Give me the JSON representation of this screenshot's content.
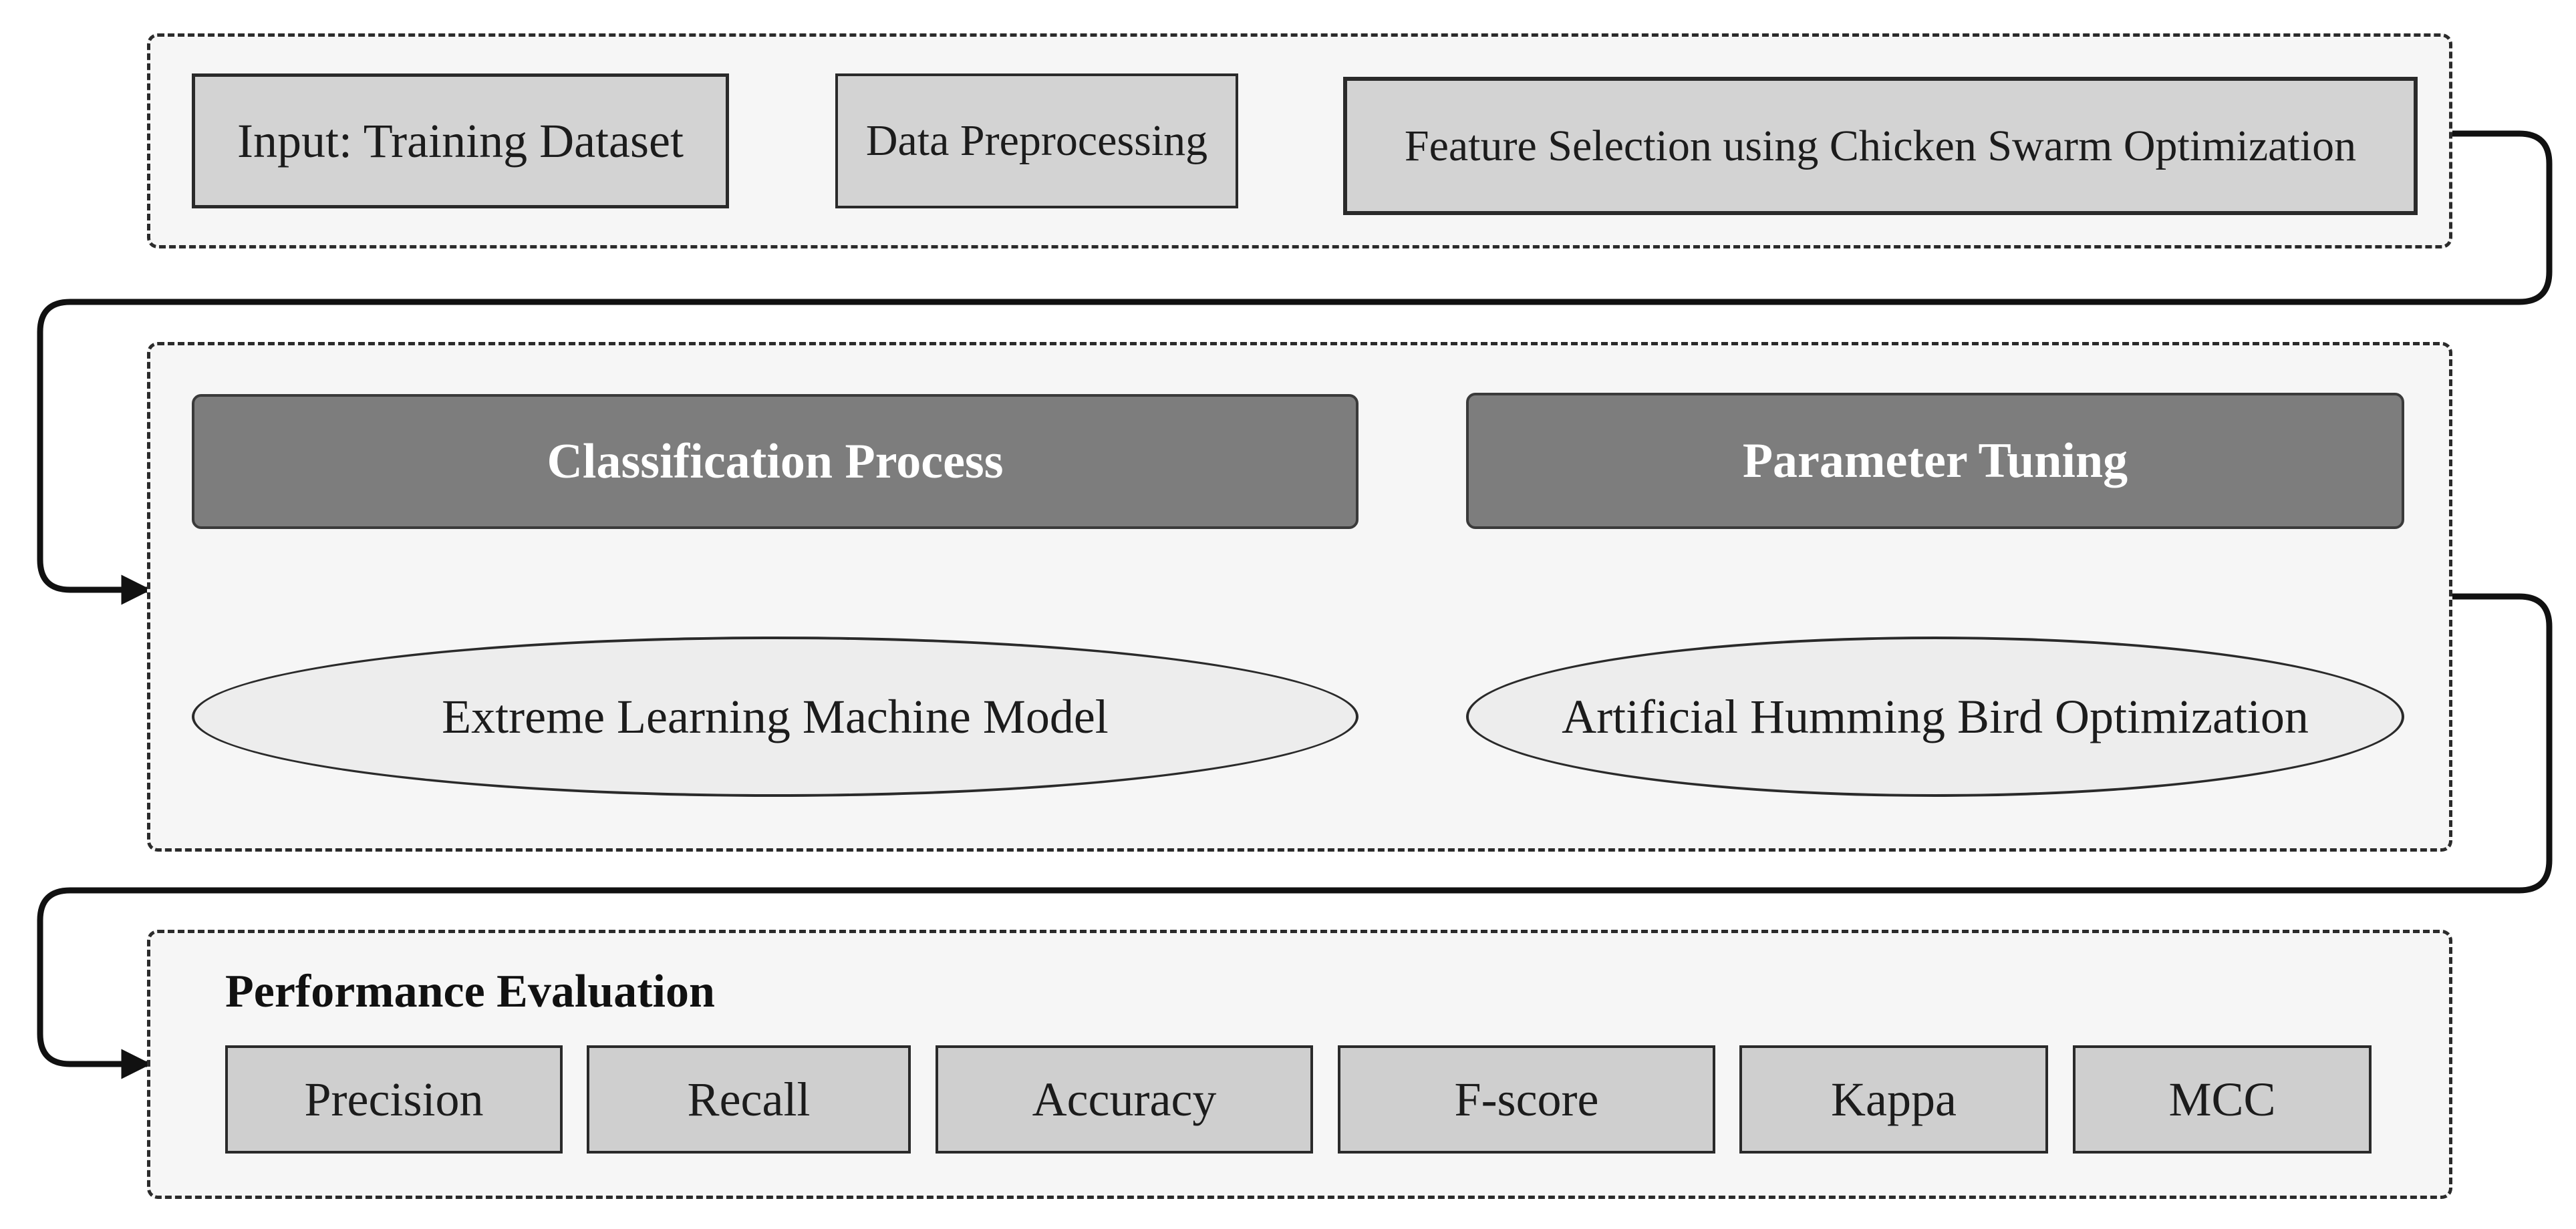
{
  "stage1": {
    "input": "Input: Training Dataset",
    "preprocessing": "Data Preprocessing",
    "feature_selection": "Feature Selection using Chicken Swarm Optimization"
  },
  "stage2": {
    "classification": "Classification Process",
    "parameter_tuning": "Parameter Tuning",
    "elm_model": "Extreme Learning Machine Model",
    "ahbo": "Artificial Humming Bird Optimization"
  },
  "stage3": {
    "title": "Performance Evaluation",
    "metrics": [
      "Precision",
      "Recall",
      "Accuracy",
      "F-score",
      "Kappa",
      "MCC"
    ]
  }
}
